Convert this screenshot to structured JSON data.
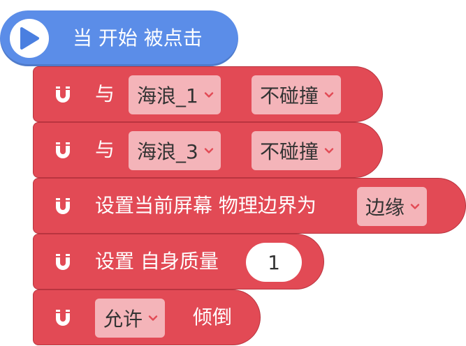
{
  "event": {
    "label": "当 开始 被点击",
    "icon": "play-icon"
  },
  "blocks": [
    {
      "icon": "magnet-icon",
      "text": "与",
      "target": "海浪_1",
      "mode": "不碰撞"
    },
    {
      "icon": "magnet-icon",
      "text": "与",
      "target": "海浪_3",
      "mode": "不碰撞"
    },
    {
      "icon": "magnet-icon",
      "text": "设置当前屏幕 物理边界为",
      "value": "边缘"
    },
    {
      "icon": "magnet-icon",
      "text": "设置 自身质量",
      "number": "1"
    },
    {
      "icon": "magnet-icon",
      "option": "允许",
      "text": "倾倒"
    }
  ],
  "colors": {
    "event": "#5b8de8",
    "physics": "#e24a55",
    "dropdown": "#f4b4b9"
  }
}
